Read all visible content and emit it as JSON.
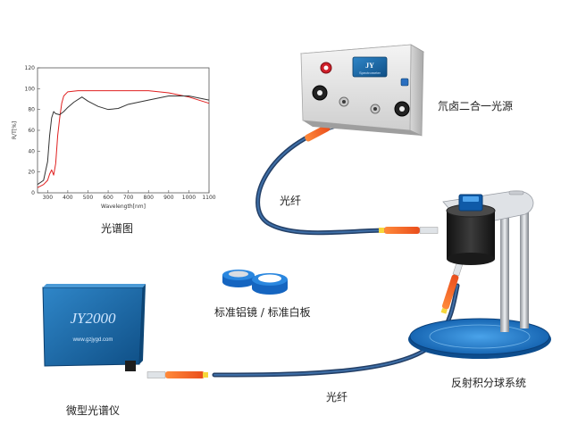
{
  "labels": {
    "spectrum_caption": "光谱图",
    "light_source": "氘卤二合一光源",
    "fiber_top": "光纤",
    "fiber_bottom": "光纤",
    "standard_boards": "标准铝镜 / 标准白板",
    "spectrometer": "微型光谱仪",
    "sphere": "反射积分球系统"
  },
  "device": {
    "brand": "JY",
    "brand_sub": "Spectrometer",
    "model": "JY2000",
    "url": "www.gzjygd.com"
  },
  "colors": {
    "red_series": "#e02020",
    "black_series": "#333333",
    "fiber": "#2b4f7c",
    "fiber_sleeve": "#f06a2a",
    "device_blue": "#1d6aa6"
  },
  "chart_data": {
    "type": "line",
    "title": "",
    "xlabel": "Wavelength[nm]",
    "ylabel": "R/T[%]",
    "xlim": [
      250,
      1100
    ],
    "ylim": [
      0,
      120
    ],
    "xticks": [
      300,
      400,
      500,
      600,
      700,
      800,
      900,
      1000,
      1100
    ],
    "yticks": [
      0,
      20,
      40,
      60,
      80,
      100,
      120
    ],
    "series": [
      {
        "color": "red",
        "x": [
          250,
          280,
          300,
          310,
          320,
          330,
          340,
          350,
          360,
          370,
          380,
          400,
          450,
          500,
          600,
          700,
          800,
          900,
          1000,
          1100
        ],
        "y": [
          5,
          8,
          12,
          18,
          22,
          17,
          28,
          55,
          72,
          86,
          93,
          97,
          98,
          98,
          98,
          98,
          98,
          96,
          92,
          86
        ]
      },
      {
        "color": "black",
        "x": [
          250,
          280,
          300,
          310,
          320,
          330,
          340,
          360,
          380,
          400,
          430,
          470,
          500,
          550,
          600,
          650,
          700,
          800,
          900,
          1000,
          1100
        ],
        "y": [
          8,
          12,
          30,
          55,
          72,
          78,
          76,
          75,
          78,
          82,
          87,
          92,
          88,
          83,
          80,
          81,
          85,
          89,
          93,
          93,
          89
        ]
      }
    ]
  }
}
